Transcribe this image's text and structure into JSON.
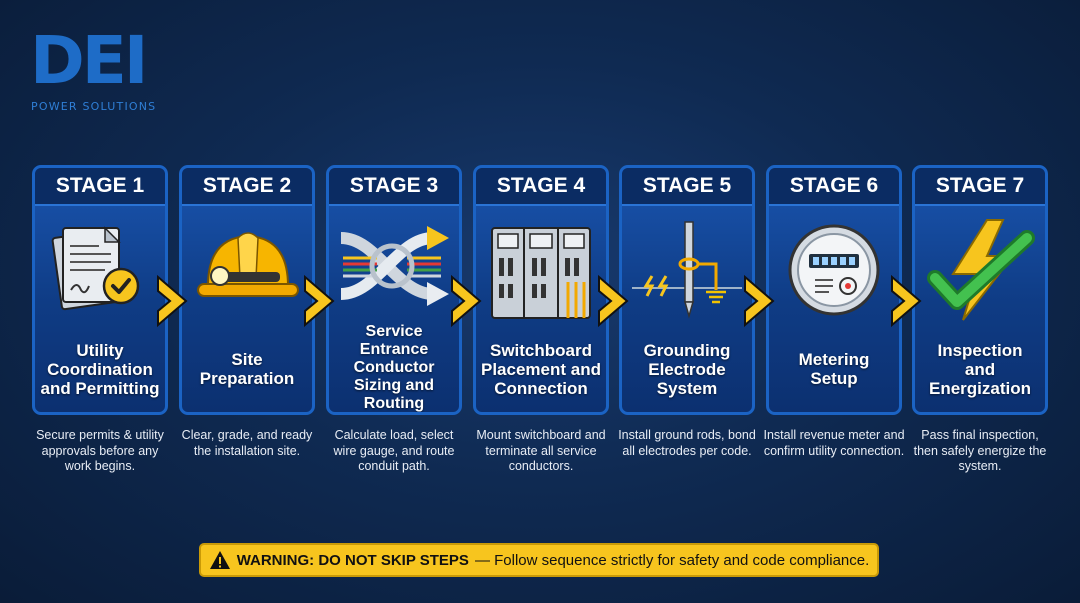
{
  "logo": {
    "mark": "DEI",
    "subtitle": "POWER SOLUTIONS"
  },
  "stages": [
    {
      "label": "STAGE 1",
      "title": "Utility\nCoordination\nand Permitting",
      "description": "Secure permits & utility approvals before any work begins.",
      "icon": "permit-documents-icon"
    },
    {
      "label": "STAGE 2",
      "title": "Site\nPreparation",
      "description": "Clear, grade, and ready the installation site.",
      "icon": "hard-hat-icon"
    },
    {
      "label": "STAGE 3",
      "title": "Service\nEntrance\nConductor\nSizing and\nRouting",
      "description": "Calculate load, select wire gauge, and route conduit path.",
      "icon": "conductor-routing-icon"
    },
    {
      "label": "STAGE 4",
      "title": "Switchboard\nPlacement and\nConnection",
      "description": "Mount switchboard and terminate all service conductors.",
      "icon": "switchboard-icon"
    },
    {
      "label": "STAGE 5",
      "title": "Grounding\nElectrode\nSystem",
      "description": "Install ground rods, bond all electrodes per code.",
      "icon": "ground-rod-icon"
    },
    {
      "label": "STAGE 6",
      "title": "Metering\nSetup",
      "description": "Install revenue meter and confirm utility connection.",
      "icon": "electric-meter-icon"
    },
    {
      "label": "STAGE 7",
      "title": "Inspection\nand\nEnergization",
      "description": "Pass final inspection, then safely energize the system.",
      "icon": "lightning-check-icon"
    }
  ],
  "warning": {
    "icon": "warning-triangle-icon",
    "strong": "WARNING: DO NOT SKIP STEPS",
    "rest": "— Follow sequence strictly for safety and code compliance."
  },
  "colors": {
    "background": "#0f2a52",
    "card": "#1a55b0",
    "accent": "#f7c51e",
    "logo": "#1e6cc7"
  }
}
